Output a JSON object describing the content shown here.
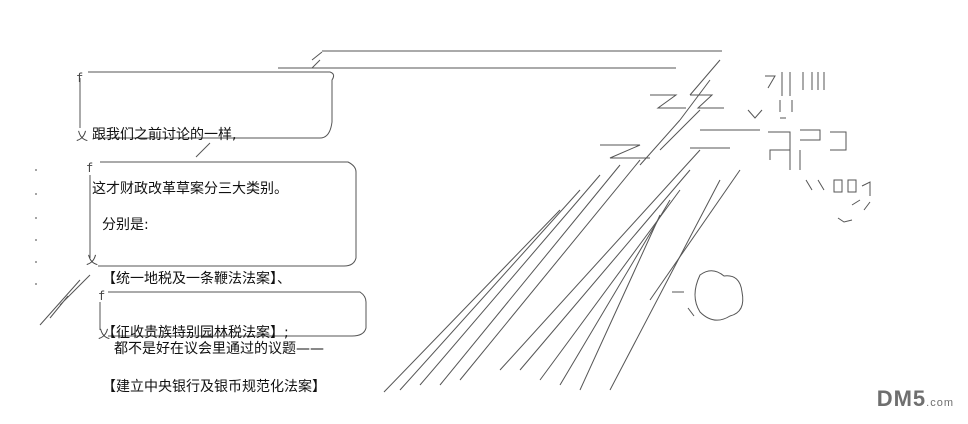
{
  "bubbles": [
    {
      "id": "bubble-1",
      "lines": [
        "跟我们之前讨论的一样,",
        "这才财政改革草案分三大类别。"
      ]
    },
    {
      "id": "bubble-2",
      "lines": [
        "分别是:",
        "【统一地税及一条鞭法法案】、",
        "【征收贵族特别园林税法案】;",
        "【建立中央银行及银币规范化法案】"
      ]
    },
    {
      "id": "bubble-3",
      "lines": [
        "都不是好在议会里通过的议题——"
      ]
    }
  ],
  "watermark": {
    "brand": "DM5",
    "suffix": ".com"
  }
}
